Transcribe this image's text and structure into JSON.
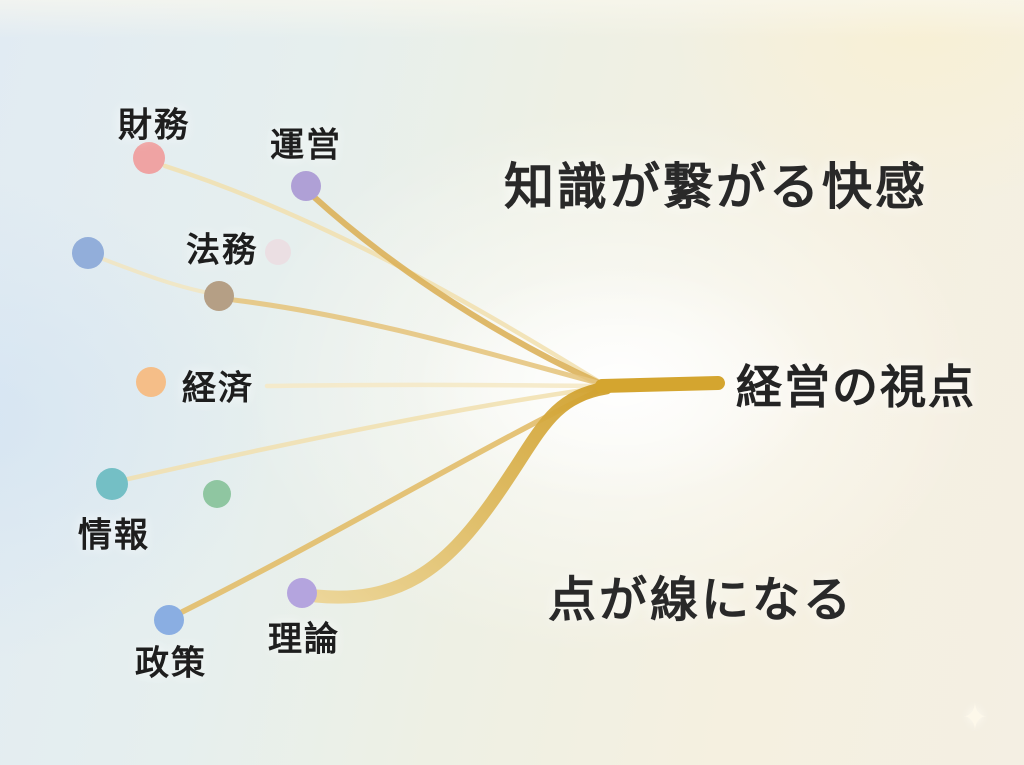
{
  "headline_top": "知識が繋がる快感",
  "headline_bottom": "点が線になる",
  "hub": {
    "label": "経営の視点",
    "bar_color": "#d4a52f"
  },
  "nodes": [
    {
      "id": "finance",
      "label": "財務",
      "color": "#efa3a3"
    },
    {
      "id": "operations",
      "label": "運営",
      "color": "#afa0d6"
    },
    {
      "id": "misc-blue",
      "label": "",
      "color": "#92aeda"
    },
    {
      "id": "legal",
      "label": "法務",
      "color": "#b59f85"
    },
    {
      "id": "misc-pink",
      "label": "",
      "color": "rgba(238,209,218,0.55)"
    },
    {
      "id": "economics",
      "label": "経済",
      "color": "#f5be88"
    },
    {
      "id": "information",
      "label": "情報",
      "color": "#74bfc5"
    },
    {
      "id": "misc-green",
      "label": "",
      "color": "#8fc6a1"
    },
    {
      "id": "policy",
      "label": "政策",
      "color": "#8aaee2"
    },
    {
      "id": "theory",
      "label": "理論",
      "color": "#b4a4de"
    }
  ],
  "links": [
    {
      "from": "finance",
      "to": "hub",
      "color": "#f1dfae"
    },
    {
      "from": "operations",
      "to": "hub",
      "color": "#dcb15a"
    },
    {
      "from": "misc-blue",
      "to": "legal",
      "color": "#f3e5bd"
    },
    {
      "from": "legal",
      "to": "hub",
      "color": "#e6c580"
    },
    {
      "from": "economics",
      "to": "hub",
      "color": "#f5e9c6"
    },
    {
      "from": "information",
      "to": "hub",
      "color": "#f1dfae"
    },
    {
      "from": "policy",
      "to": "hub",
      "color": "#e2bd69"
    },
    {
      "from": "theory",
      "to": "hub",
      "gradient_start": "#ecd494",
      "gradient_end": "#d0a02c"
    }
  ],
  "decor": {
    "sparkle": "✦"
  },
  "palette": {
    "background_left": "#e1ebf3",
    "background_right": "#f5f0e0",
    "text": "#292929",
    "gold_strong": "#d4a52f",
    "gold_pale": "#f1dfae"
  }
}
